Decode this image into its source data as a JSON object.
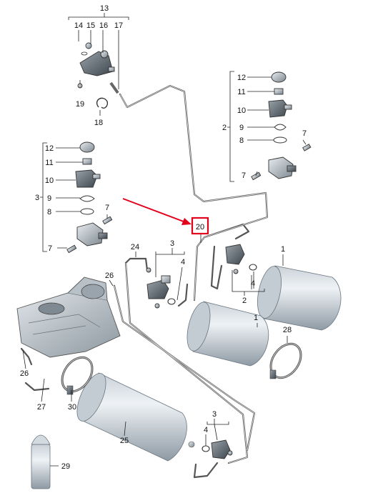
{
  "callouts": {
    "c1": "1",
    "c2": "2",
    "c3": "3",
    "c4": "4",
    "c7": "7",
    "c8": "8",
    "c9": "9",
    "c10": "10",
    "c11": "11",
    "c12": "12",
    "c13": "13",
    "c14": "14",
    "c15": "15",
    "c16": "16",
    "c17": "17",
    "c18": "18",
    "c19": "19",
    "c20": "20",
    "c24": "24",
    "c25": "25",
    "c26": "26",
    "c27": "27",
    "c28": "28",
    "c29": "29",
    "c30": "30"
  },
  "highlight": {
    "part": "20",
    "color": "#e3001b"
  }
}
